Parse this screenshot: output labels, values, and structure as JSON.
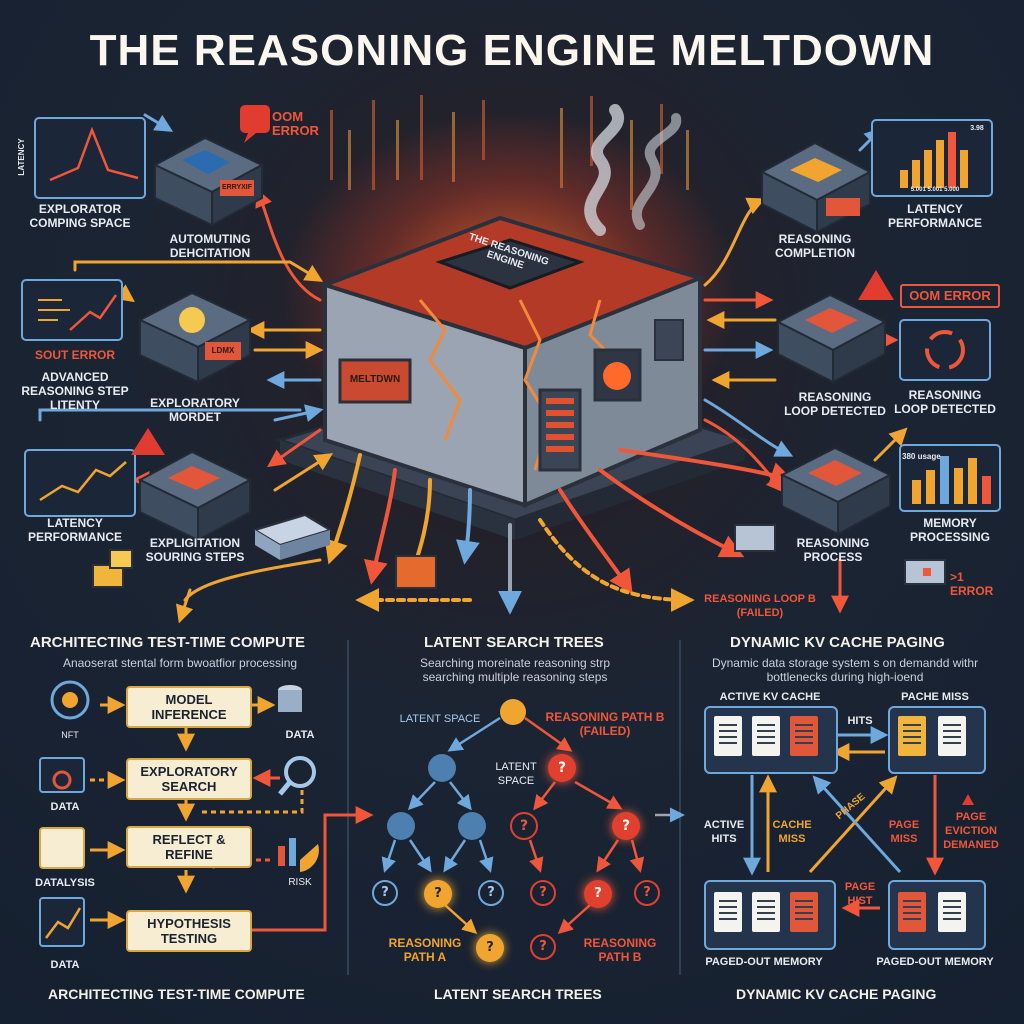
{
  "title": "THE REASONING ENGINE MELTDOWN",
  "engine": {
    "label": "THE REASONING ENGINE",
    "panel_label": "MELTDWN"
  },
  "left_nodes": [
    {
      "chart_label": "LATENCY",
      "label": "EXPLORATOR COMPING SPACE"
    },
    {
      "label": "AUTOMUTING DEHCITATION",
      "tag": "ERRYXIF"
    },
    {
      "label": "SOUT ERROR"
    },
    {
      "label": "ADVANCED REASONING STEP LITENTY"
    },
    {
      "label": "EXPLORATORY MORDET",
      "tag": "LDMX"
    },
    {
      "label": "LATENCY PERFORMANCE"
    },
    {
      "label": "EXPLIGITATION SOURING STEPS"
    }
  ],
  "right_nodes": [
    {
      "label": "REASONING COMPLETION"
    },
    {
      "label": "LATENCY PERFORMANCE",
      "chart_values": [
        "3.98",
        "5.001 5.001 5.000"
      ]
    },
    {
      "label": "OOM ERROR"
    },
    {
      "label": "REASONING LOOP DETECTED"
    },
    {
      "label": "REASONING LOOP DETECTED"
    },
    {
      "label": "REASONING PROCESS"
    },
    {
      "label": "MEMORY PROCESSING",
      "chart_label": "380 usage"
    },
    {
      "label": ">1 ERROR"
    }
  ],
  "top_error": "OOM ERROR",
  "failed_label": "REASONING LOOP B (FAILED)",
  "sections": {
    "a": {
      "heading": "ARCHITECTING TEST-TIME COMPUTE",
      "sub": "Anaoserat stental form bwoatfior processing",
      "steps": [
        "MODEL INFERENCE",
        "EXPLORATORY SEARCH",
        "REFLECT & REFINE",
        "HYPOTHESIS TESTING"
      ],
      "icons": [
        "NFT",
        "DATA",
        "DATA",
        "DATALYSIS",
        "RISK",
        "DATA"
      ],
      "footer": "ARCHITECTING TEST-TIME COMPUTE"
    },
    "b": {
      "heading": "LATENT SEARCH TREES",
      "sub": "Searching moreinate reasoning strp searching multiple reasoning steps",
      "labels": {
        "space_left": "LATENT SPACE",
        "space_mid": "LATENT SPACE",
        "path_b_failed": "REASONING PATH B (FAILED)",
        "path_a": "REASONING PATH A",
        "path_b": "REASONING PATH B"
      },
      "node_mark": "?",
      "footer": "LATENT SEARCH TREES"
    },
    "c": {
      "heading": "DYNAMIC KV CACHE PAGING",
      "sub": "Dynamic data storage system s on demandd withr bottlenecks during high-ioend",
      "labels": {
        "active": "ACTIVE KV CACHE",
        "miss": "PACHE MISS",
        "hits": "HITS",
        "active_hits": "ACTIVE HITS",
        "cache_miss": "CACHE MISS",
        "phase": "PHASE",
        "page_miss": "PAGE MISS",
        "eviction": "PAGE EVICTION DEMANED",
        "page_hist": "PAGE HIST",
        "paged_left": "PAGED-OUT MEMORY",
        "paged_right": "PAGED-OUT MEMORY"
      },
      "footer": "DYNAMIC KV CACHE PAGING"
    }
  },
  "colors": {
    "red": "#f0573a",
    "orange": "#f0a531",
    "blue": "#6fa8dc",
    "cream": "#f6edd2"
  }
}
